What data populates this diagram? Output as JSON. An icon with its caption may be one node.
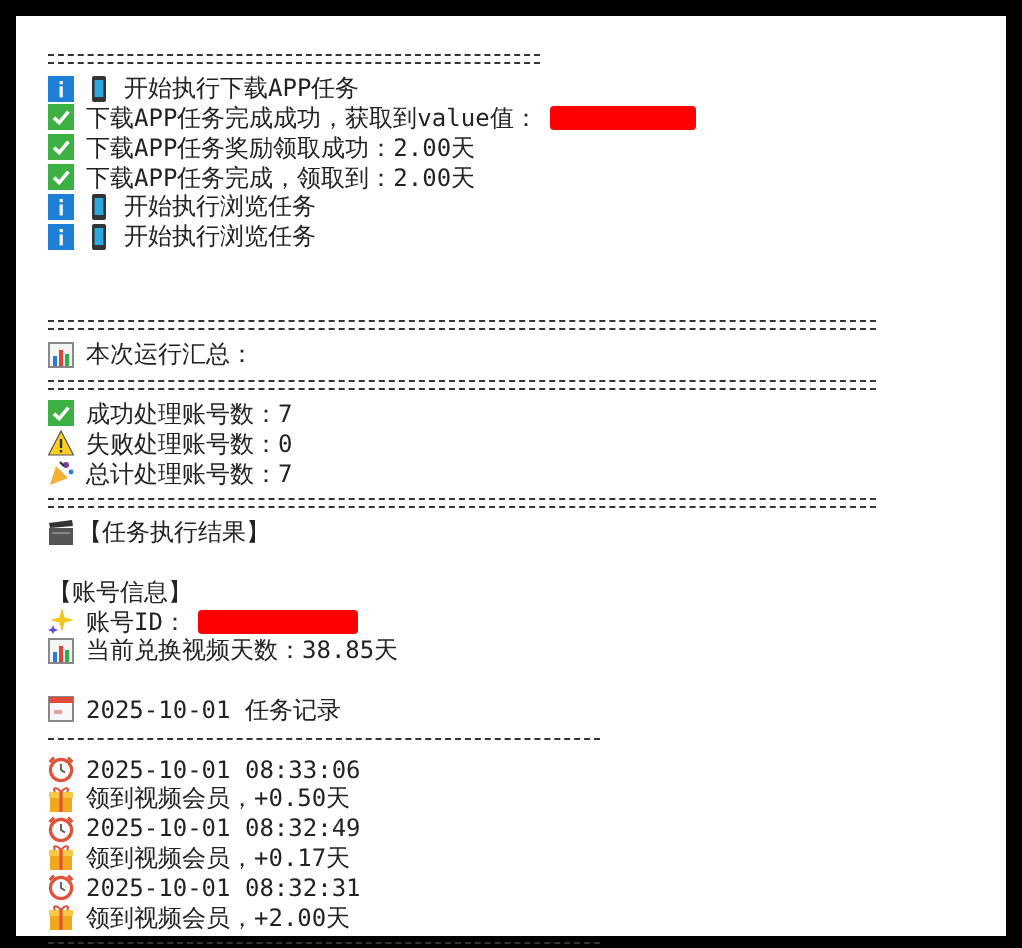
{
  "diagram": {
    "labels": [
      "开始执行下载APP任务",
      "下载APP任务完成成功，获取到value值：",
      "下载APP任务奖励领取成功：2.00天",
      "下载APP任务完成，领取到：2.00天",
      "开始执行浏览任务",
      "开始执行浏览任务",
      "本次运行汇总：",
      "成功处理账号数：7",
      "失败处理账号数：0",
      "总计处理账号数：7",
      "【任务执行结果】",
      "【账号信息】",
      "账号ID：",
      "当前兑换视频天数：38.85天",
      "2025-10-01 任务记录",
      "2025-10-01 08:33:06",
      "领到视频会员，+0.50天",
      "2025-10-01 08:32:49",
      "领到视频会员，+0.17天",
      "2025-10-01 08:32:31",
      "领到视频会员，+2.00天"
    ]
  }
}
